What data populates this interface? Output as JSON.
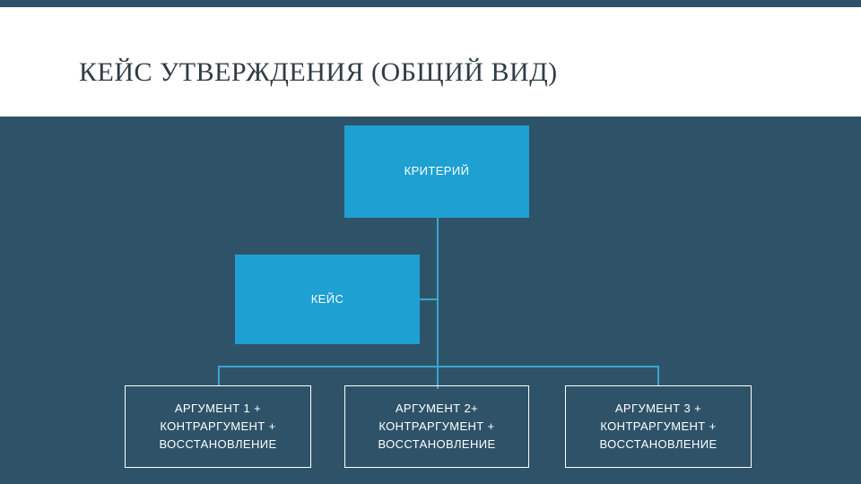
{
  "slide": {
    "title": "КЕЙС УТВЕРЖДЕНИЯ (ОБЩИЙ ВИД)",
    "background_color": "#2e5368",
    "title_band_color": "#ffffff",
    "accent_color": "#1fa0d2",
    "connector_color": "#3aa6cf"
  },
  "diagram": {
    "type": "hierarchy",
    "nodes": [
      {
        "id": "criterion",
        "label": "КРИТЕРИЙ",
        "style": "filled"
      },
      {
        "id": "case",
        "label": "КЕЙС",
        "style": "filled"
      },
      {
        "id": "arg1",
        "label": "АРГУМЕНТ 1 +\nКОНТРАРГУМЕНТ +\nВОССТАНОВЛЕНИЕ",
        "style": "outline"
      },
      {
        "id": "arg2",
        "label": "АРГУМЕНТ 2+\nКОНТРАРГУМЕНТ +\nВОССТАНОВЛЕНИЕ",
        "style": "outline"
      },
      {
        "id": "arg3",
        "label": "АРГУМЕНТ 3 +\nКОНТРАРГУМЕНТ +\nВОССТАНОВЛЕНИЕ",
        "style": "outline"
      }
    ]
  }
}
